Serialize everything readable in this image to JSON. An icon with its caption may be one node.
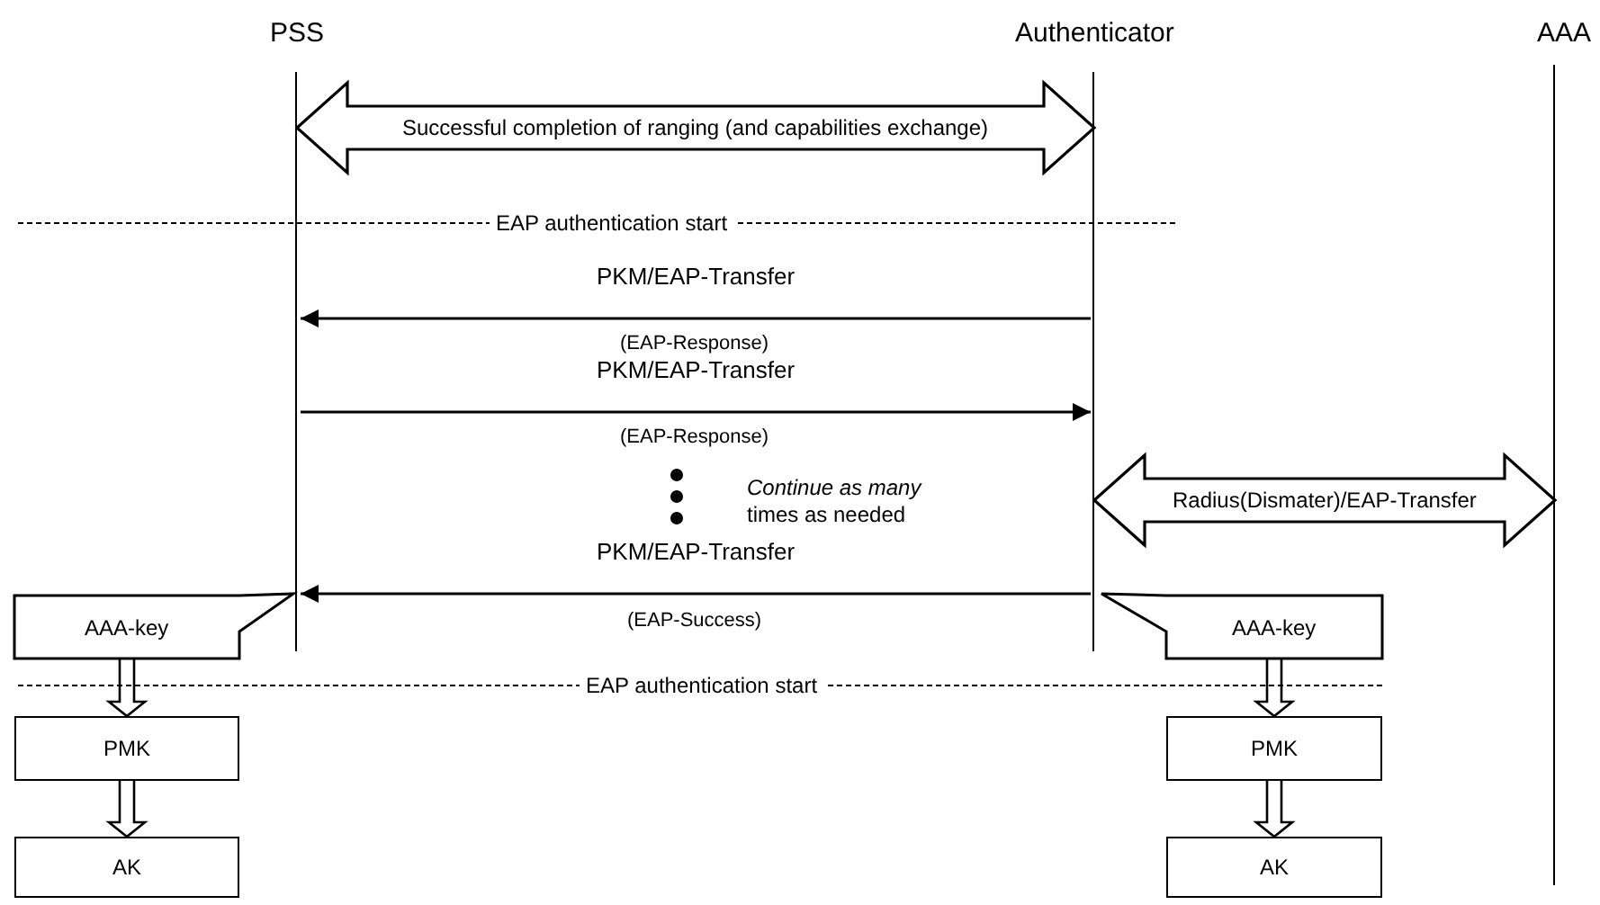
{
  "diagram": {
    "nodes": [
      {
        "text": [
          "PSS"
        ]
      },
      {
        "text": [
          "Authenticator"
        ]
      },
      {
        "text": [
          "AAA"
        ]
      },
      {
        "text": [
          "AAA-key"
        ]
      },
      {
        "text": [
          "PMK"
        ]
      },
      {
        "text": [
          "AK"
        ]
      },
      {
        "text": [
          "AAA-key"
        ]
      },
      {
        "text": [
          "PMK"
        ]
      },
      {
        "text": [
          "AK"
        ]
      }
    ],
    "edges": [
      {
        "from": 0,
        "to": 1,
        "arrow": "both",
        "style": "thick",
        "label": "Successful completion of ranging (and capabilities exchange)"
      },
      {
        "from": 1,
        "to": 0,
        "arrow": "to",
        "label": "PKM/EAP-Transfer"
      },
      {
        "from": 0,
        "to": 1,
        "arrow": "to",
        "label": "PKM/EAP-Transfer"
      },
      {
        "from": 1,
        "to": 2,
        "arrow": "both",
        "style": "thick",
        "label": "Radius(Dismater)/EAP-Transfer"
      },
      {
        "from": 1,
        "to": 0,
        "arrow": "to",
        "label": "PKM/EAP-Transfer"
      },
      {
        "from": 3,
        "to": 4,
        "arrow": "to",
        "style": "thick"
      },
      {
        "from": 4,
        "to": 5,
        "arrow": "to",
        "style": "thick"
      },
      {
        "from": 6,
        "to": 7,
        "arrow": "to",
        "style": "thick"
      },
      {
        "from": 7,
        "to": 8,
        "arrow": "to",
        "style": "thick"
      }
    ],
    "labels": [
      "EAP authentication start",
      "(EAP-Response)",
      "(EAP-Response)",
      "*Continue as many* times as needed",
      "(EAP-Success)",
      "EAP authentication start"
    ]
  }
}
